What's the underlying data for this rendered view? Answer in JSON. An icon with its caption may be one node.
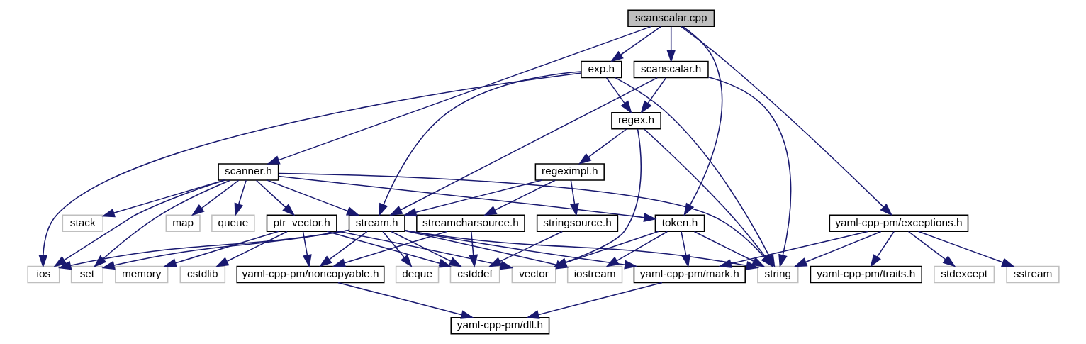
{
  "diagram": {
    "nodes": [
      {
        "text": [
          "scanscalar.cpp"
        ]
      },
      {
        "text": [
          "exp.h"
        ]
      },
      {
        "text": [
          "scanscalar.h"
        ]
      },
      {
        "text": [
          "regex.h"
        ]
      },
      {
        "text": [
          "scanner.h"
        ]
      },
      {
        "text": [
          "regeximpl.h"
        ]
      },
      {
        "text": [
          "map"
        ]
      },
      {
        "text": [
          "queue"
        ]
      },
      {
        "text": [
          "stack"
        ]
      },
      {
        "text": [
          "ptr_vector.h"
        ]
      },
      {
        "text": [
          "streamcharsource.h"
        ]
      },
      {
        "text": [
          "stringsource.h"
        ]
      },
      {
        "text": [
          "stream.h"
        ]
      },
      {
        "text": [
          "token.h"
        ]
      },
      {
        "text": [
          "yaml-cpp-pm/exceptions.h"
        ]
      },
      {
        "text": [
          "set"
        ]
      },
      {
        "text": [
          "ios"
        ]
      },
      {
        "text": [
          "memory"
        ]
      },
      {
        "text": [
          "cstdlib"
        ]
      },
      {
        "text": [
          "yaml-cpp-pm/noncopyable.h"
        ]
      },
      {
        "text": [
          "cstddef"
        ]
      },
      {
        "text": [
          "deque"
        ]
      },
      {
        "text": [
          "vector"
        ]
      },
      {
        "text": [
          "iostream"
        ]
      },
      {
        "text": [
          "yaml-cpp-pm/mark.h"
        ]
      },
      {
        "text": [
          "string"
        ]
      },
      {
        "text": [
          "sstream"
        ]
      },
      {
        "text": [
          "yaml-cpp-pm/traits.h"
        ]
      },
      {
        "text": [
          "stdexcept"
        ]
      },
      {
        "text": [
          "yaml-cpp-pm/dll.h"
        ]
      }
    ],
    "edges": [
      {
        "from": 0,
        "to": 4,
        "arrow": "to"
      },
      {
        "from": 0,
        "to": 1,
        "arrow": "to"
      },
      {
        "from": 0,
        "to": 2,
        "arrow": "to"
      },
      {
        "from": 0,
        "to": 13,
        "arrow": "to"
      },
      {
        "from": 0,
        "to": 14,
        "arrow": "to"
      },
      {
        "from": 1,
        "to": 16,
        "arrow": "to"
      },
      {
        "from": 1,
        "to": 3,
        "arrow": "to"
      },
      {
        "from": 1,
        "to": 12,
        "arrow": "to"
      },
      {
        "from": 1,
        "to": 25,
        "arrow": "to"
      },
      {
        "from": 2,
        "to": 3,
        "arrow": "to"
      },
      {
        "from": 2,
        "to": 12,
        "arrow": "to"
      },
      {
        "from": 2,
        "to": 25,
        "arrow": "to"
      },
      {
        "from": 3,
        "to": 5,
        "arrow": "to"
      },
      {
        "from": 3,
        "to": 22,
        "arrow": "to"
      },
      {
        "from": 3,
        "to": 25,
        "arrow": "to"
      },
      {
        "from": 4,
        "to": 15,
        "arrow": "to"
      },
      {
        "from": 4,
        "to": 16,
        "arrow": "to"
      },
      {
        "from": 4,
        "to": 6,
        "arrow": "to"
      },
      {
        "from": 4,
        "to": 7,
        "arrow": "to"
      },
      {
        "from": 4,
        "to": 8,
        "arrow": "to"
      },
      {
        "from": 4,
        "to": 9,
        "arrow": "to"
      },
      {
        "from": 4,
        "to": 12,
        "arrow": "to"
      },
      {
        "from": 4,
        "to": 13,
        "arrow": "to"
      },
      {
        "from": 4,
        "to": 25,
        "arrow": "to"
      },
      {
        "from": 5,
        "to": 10,
        "arrow": "to"
      },
      {
        "from": 5,
        "to": 11,
        "arrow": "to"
      },
      {
        "from": 5,
        "to": 12,
        "arrow": "to"
      },
      {
        "from": 9,
        "to": 17,
        "arrow": "to"
      },
      {
        "from": 9,
        "to": 18,
        "arrow": "to"
      },
      {
        "from": 9,
        "to": 19,
        "arrow": "to"
      },
      {
        "from": 9,
        "to": 20,
        "arrow": "to"
      },
      {
        "from": 9,
        "to": 22,
        "arrow": "to"
      },
      {
        "from": 10,
        "to": 19,
        "arrow": "to"
      },
      {
        "from": 10,
        "to": 20,
        "arrow": "to"
      },
      {
        "from": 11,
        "to": 20,
        "arrow": "to"
      },
      {
        "from": 12,
        "to": 15,
        "arrow": "to"
      },
      {
        "from": 12,
        "to": 16,
        "arrow": "to"
      },
      {
        "from": 12,
        "to": 19,
        "arrow": "to"
      },
      {
        "from": 12,
        "to": 20,
        "arrow": "to"
      },
      {
        "from": 12,
        "to": 21,
        "arrow": "to"
      },
      {
        "from": 12,
        "to": 23,
        "arrow": "to"
      },
      {
        "from": 12,
        "to": 24,
        "arrow": "to"
      },
      {
        "from": 12,
        "to": 25,
        "arrow": "to"
      },
      {
        "from": 13,
        "to": 22,
        "arrow": "to"
      },
      {
        "from": 13,
        "to": 23,
        "arrow": "to"
      },
      {
        "from": 13,
        "to": 24,
        "arrow": "to"
      },
      {
        "from": 13,
        "to": 25,
        "arrow": "to"
      },
      {
        "from": 14,
        "to": 24,
        "arrow": "to"
      },
      {
        "from": 14,
        "to": 25,
        "arrow": "to"
      },
      {
        "from": 14,
        "to": 26,
        "arrow": "to"
      },
      {
        "from": 14,
        "to": 27,
        "arrow": "to"
      },
      {
        "from": 14,
        "to": 28,
        "arrow": "to"
      },
      {
        "from": 19,
        "to": 29,
        "arrow": "to"
      },
      {
        "from": 24,
        "to": 29,
        "arrow": "to"
      }
    ]
  }
}
